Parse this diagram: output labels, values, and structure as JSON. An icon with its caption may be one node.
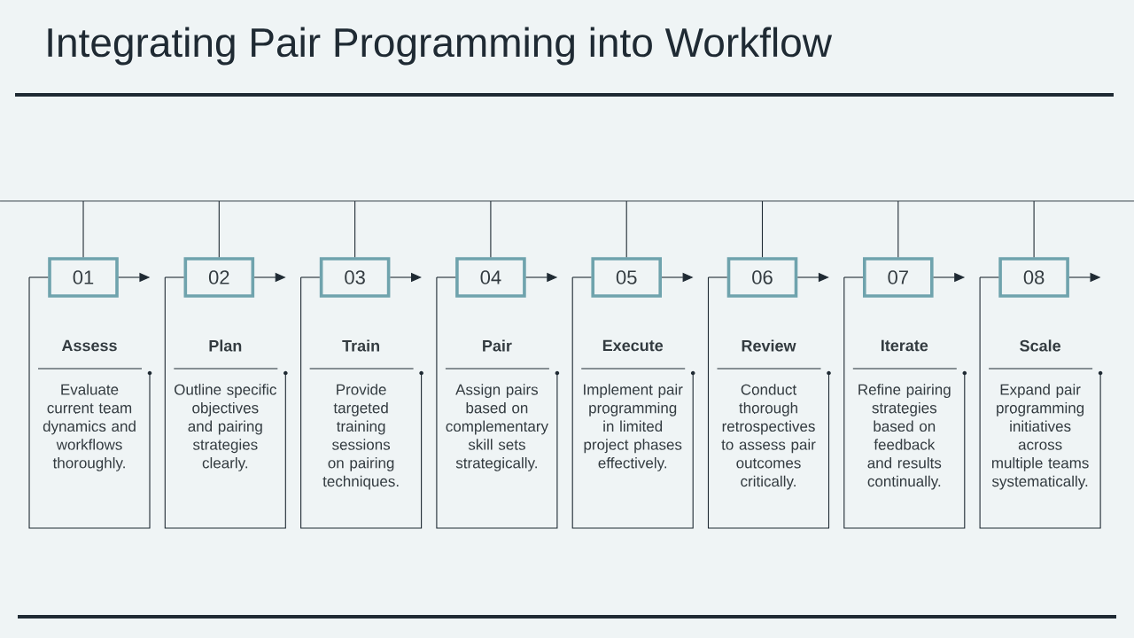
{
  "diagram": {
    "title": "Integrating Pair Programming into Workflow",
    "nodes": [
      {
        "text": [
          "01"
        ]
      },
      {
        "text": [
          "Assess",
          "Evaluate current team dynamics and workflows thoroughly."
        ]
      },
      {
        "text": [
          "02"
        ]
      },
      {
        "text": [
          "Plan",
          "Outline specific objectives and pairing strategies clearly."
        ]
      },
      {
        "text": [
          "03"
        ]
      },
      {
        "text": [
          "Train",
          "Provide targeted training sessions on pairing techniques."
        ]
      },
      {
        "text": [
          "04"
        ]
      },
      {
        "text": [
          "Pair",
          "Assign pairs based on complementary skill sets strategically."
        ]
      },
      {
        "text": [
          "05"
        ]
      },
      {
        "text": [
          "Execute",
          "Implement pair programming in limited project phases effectively."
        ]
      },
      {
        "text": [
          "06"
        ]
      },
      {
        "text": [
          "Review",
          "Conduct thorough retrospectives to assess pair outcomes critically."
        ]
      },
      {
        "text": [
          "07"
        ]
      },
      {
        "text": [
          "Iterate",
          "Refine pairing strategies based on feedback and results continually."
        ]
      },
      {
        "text": [
          "08"
        ]
      },
      {
        "text": [
          "Scale",
          "Expand pair programming initiatives across multiple teams systematically."
        ]
      }
    ],
    "edges": [
      {
        "from": null,
        "to": 0,
        "arrow": "none"
      },
      {
        "from": 0,
        "to": 1,
        "arrow": "to"
      },
      {
        "from": 0,
        "to": 1,
        "arrow": "none"
      },
      {
        "from": null,
        "to": 2,
        "arrow": "none"
      },
      {
        "from": 2,
        "to": 3,
        "arrow": "to"
      },
      {
        "from": 2,
        "to": 3,
        "arrow": "none"
      },
      {
        "from": null,
        "to": 4,
        "arrow": "none"
      },
      {
        "from": 4,
        "to": 5,
        "arrow": "to"
      },
      {
        "from": 4,
        "to": 5,
        "arrow": "none"
      },
      {
        "from": null,
        "to": 6,
        "arrow": "none"
      },
      {
        "from": 6,
        "to": 7,
        "arrow": "to"
      },
      {
        "from": 6,
        "to": 7,
        "arrow": "none"
      },
      {
        "from": null,
        "to": 8,
        "arrow": "none"
      },
      {
        "from": 8,
        "to": 9,
        "arrow": "to"
      },
      {
        "from": 8,
        "to": 9,
        "arrow": "none"
      },
      {
        "from": null,
        "to": 10,
        "arrow": "none"
      },
      {
        "from": 10,
        "to": 11,
        "arrow": "to"
      },
      {
        "from": 10,
        "to": 11,
        "arrow": "none"
      },
      {
        "from": null,
        "to": 12,
        "arrow": "none"
      },
      {
        "from": 12,
        "to": 13,
        "arrow": "to"
      },
      {
        "from": 12,
        "to": 13,
        "arrow": "none"
      },
      {
        "from": null,
        "to": 14,
        "arrow": "none"
      },
      {
        "from": 14,
        "to": 15,
        "arrow": "to"
      },
      {
        "from": 14,
        "to": 15,
        "arrow": "none"
      }
    ]
  }
}
